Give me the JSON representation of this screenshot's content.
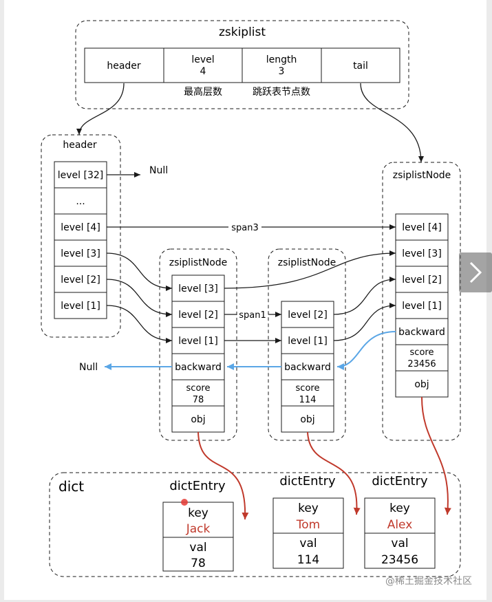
{
  "zskiplist": {
    "title": "zskiplist",
    "cells": [
      "header",
      "level",
      "length",
      "tail"
    ],
    "level_value": "4",
    "length_value": "3",
    "level_caption": "最高层数",
    "length_caption": "跳跃表节点数"
  },
  "header_node": {
    "title": "header",
    "cells": [
      "level [32]",
      "...",
      "level [4]",
      "level [3]",
      "level [2]",
      "level [1]"
    ]
  },
  "null_top": "Null",
  "null_backward": "Null",
  "span3": "span3",
  "span1": "span1",
  "node1": {
    "title": "zsiplistNode",
    "cells": [
      "level [3]",
      "level [2]",
      "level [1]",
      "backward"
    ],
    "score_label": "score",
    "score_value": "78",
    "obj": "obj"
  },
  "node2": {
    "title": "zsiplistNode",
    "cells": [
      "level [2]",
      "level [1]",
      "backward"
    ],
    "score_label": "score",
    "score_value": "114",
    "obj": "obj"
  },
  "node3": {
    "title": "zsiplistNode",
    "cells": [
      "level [4]",
      "level [3]",
      "level [2]",
      "level [1]",
      "backward"
    ],
    "score_label": "score",
    "score_value": "23456",
    "obj": "obj"
  },
  "dict": {
    "title": "dict",
    "entries": [
      {
        "title": "dictEntry",
        "key_label": "key",
        "key": "Jack",
        "val_label": "val",
        "val": "78"
      },
      {
        "title": "dictEntry",
        "key_label": "key",
        "key": "Tom",
        "val_label": "val",
        "val": "114"
      },
      {
        "title": "dictEntry",
        "key_label": "key",
        "key": "Alex",
        "val_label": "val",
        "val": "23456"
      }
    ]
  },
  "watermark": "@稀土掘金技术社区",
  "colors": {
    "line": "#1a1a1a",
    "backward_arrow": "#5aa6e6",
    "obj_arrow": "#c0392b",
    "key_text": "#c0392b",
    "cursor_dot": "#e53935"
  }
}
